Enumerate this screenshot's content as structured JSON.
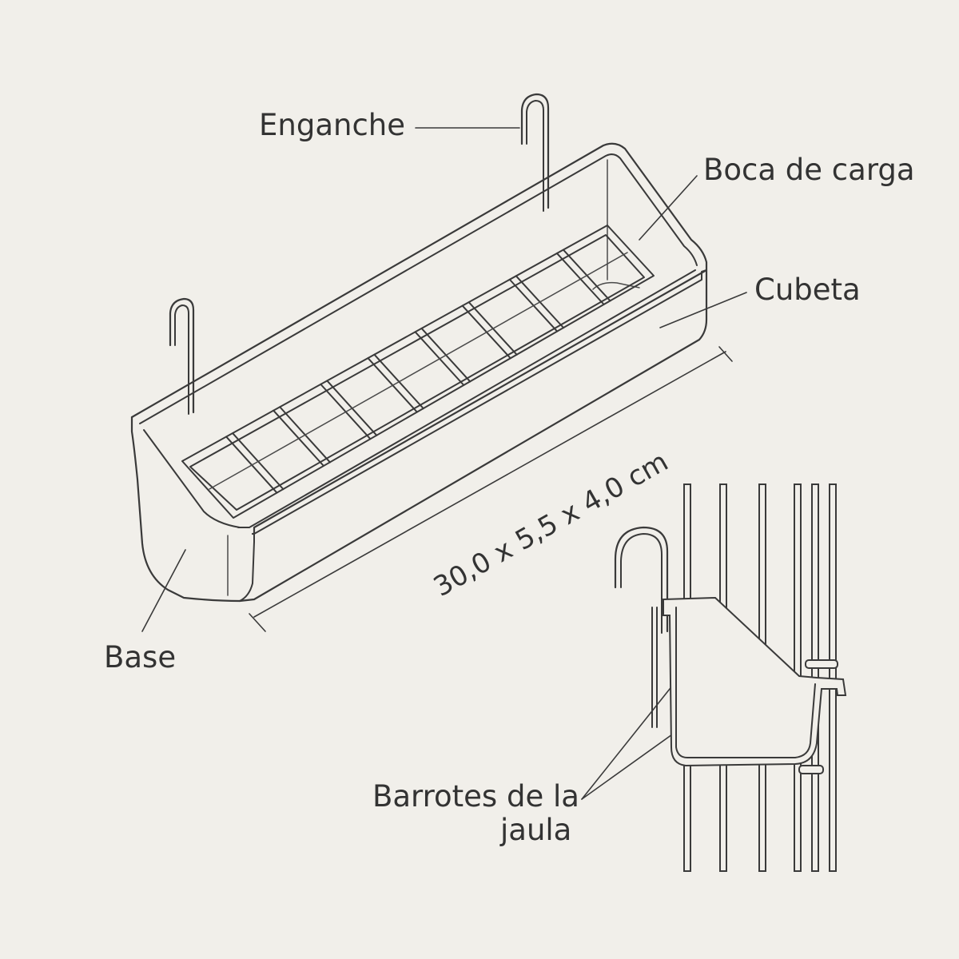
{
  "labels": {
    "enganche": "Enganche",
    "boca_de_carga": "Boca de carga",
    "cubeta": "Cubeta",
    "base": "Base",
    "barrotes_line1": "Barrotes de la",
    "barrotes_line2": "jaula"
  },
  "dimension": "30,0 x 5,5 x 4,0 cm",
  "colors": {
    "background": "#f1efea",
    "line": "#3a3a3a",
    "text": "#333333"
  }
}
